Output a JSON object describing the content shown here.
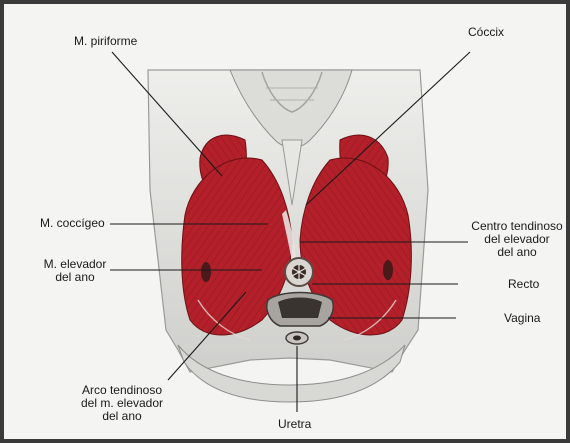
{
  "labels": {
    "piriforme": "M. piriforme",
    "coccix": "Cóccix",
    "coccigeo": "M. coccígeo",
    "centro_line1": "Centro tendinoso",
    "centro_line2": "del elevador",
    "centro_line3": "del ano",
    "elevador_line1": "M. elevador",
    "elevador_line2": "del ano",
    "recto": "Recto",
    "vagina": "Vagina",
    "arco_line1": "Arco tendinoso",
    "arco_line2": "del m. elevador",
    "arco_line3": "del ano",
    "uretra": "Uretra"
  },
  "colors": {
    "muscle": "#b3202a",
    "muscle_dark": "#7e1218",
    "bone": "#e3e3e0",
    "bone_shade": "#a9a9a6",
    "leader_line": "#1a1a1a",
    "page": "#f4f4f2"
  }
}
